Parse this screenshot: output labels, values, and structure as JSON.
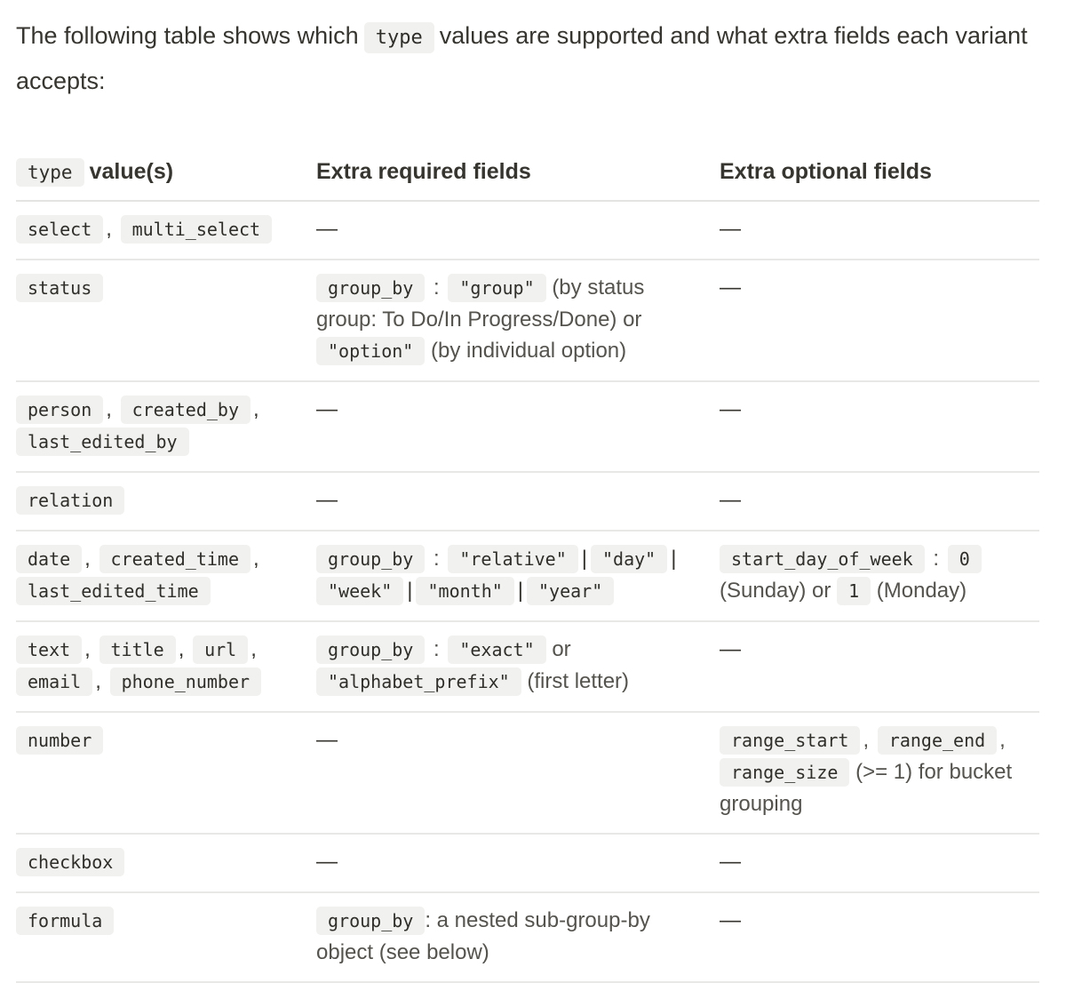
{
  "intro": {
    "before": "The following table shows which",
    "code": "type",
    "after": "values are supported and what extra fields each variant accepts:"
  },
  "table": {
    "headers": {
      "col1_code": "type",
      "col1_text": "value(s)",
      "col2": "Extra required fields",
      "col3": "Extra optional fields"
    },
    "dash": "—",
    "rows": {
      "select": {
        "types": [
          "select",
          "multi_select"
        ]
      },
      "status": {
        "types": [
          "status"
        ],
        "req_key": "group_by",
        "req_v1": "\"group\"",
        "req_t1": "(by status group: To Do/In Progress/Done) or",
        "req_v2": "\"option\"",
        "req_t2": "(by individual option)"
      },
      "person": {
        "types": [
          "person",
          "created_by",
          "last_edited_by"
        ]
      },
      "relation": {
        "types": [
          "relation"
        ]
      },
      "date": {
        "types": [
          "date",
          "created_time",
          "last_edited_time"
        ],
        "req_key": "group_by",
        "options": [
          "\"relative\"",
          "\"day\"",
          "\"week\"",
          "\"month\"",
          "\"year\""
        ],
        "opt_key": "start_day_of_week",
        "opt_v1": "0",
        "opt_t1": "(Sunday) or",
        "opt_v2": "1",
        "opt_t2": "(Monday)"
      },
      "text": {
        "types": [
          "text",
          "title",
          "url",
          "email",
          "phone_number"
        ],
        "req_key": "group_by",
        "req_v1": "\"exact\"",
        "req_t1": "or",
        "req_v2": "\"alphabet_prefix\"",
        "req_t2": "(first letter)"
      },
      "number": {
        "types": [
          "number"
        ],
        "opt_fields": [
          "range_start",
          "range_end",
          "range_size"
        ],
        "opt_text": "(>= 1) for bucket grouping"
      },
      "checkbox": {
        "types": [
          "checkbox"
        ]
      },
      "formula": {
        "types": [
          "formula"
        ],
        "req_key": "group_by",
        "req_text": ": a nested sub-group-by object (see below)"
      }
    }
  }
}
